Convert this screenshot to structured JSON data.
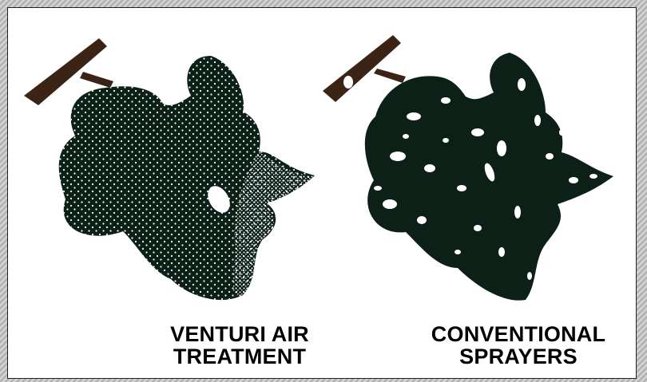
{
  "colors": {
    "leaf": "#0c2017",
    "stem": "#3b2416",
    "background": "#ffffff"
  },
  "left": {
    "line1": "VENTURI AIR",
    "line2": "TREATMENT"
  },
  "right": {
    "line1": "CONVENTIONAL",
    "line2": "SPRAYERS"
  }
}
